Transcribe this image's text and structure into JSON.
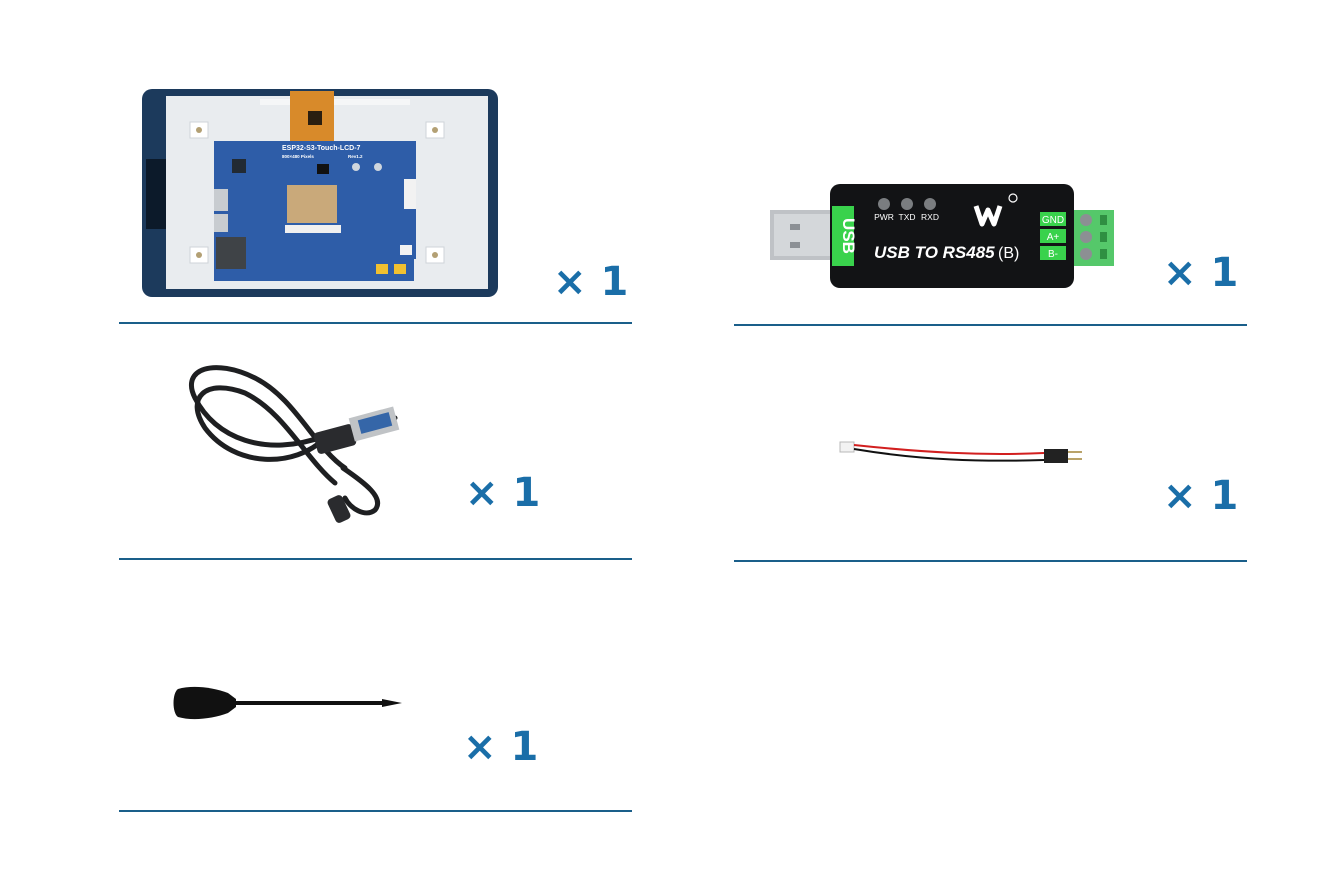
{
  "colors": {
    "accent": "#1a6ea8",
    "divider": "#1a5f8a",
    "pcb": "#2e5da8",
    "usb_green": "#39d24c"
  },
  "items": [
    {
      "id": "lcd",
      "pcb_title": "ESP32-S3-Touch-LCD-7",
      "pcb_pixels": "800×480 Pixels",
      "pcb_rev": "Rev1.2",
      "quantity": "× 1"
    },
    {
      "id": "rs485",
      "usb_label": "USB",
      "leds": [
        "PWR",
        "TXD",
        "RXD"
      ],
      "title": "USB TO RS485",
      "variant": "(B)",
      "terminals": [
        "GND",
        "A+",
        "B-"
      ],
      "quantity": "× 1"
    },
    {
      "id": "usb-cable",
      "quantity": "× 1"
    },
    {
      "id": "jumper-wire",
      "quantity": "× 1"
    },
    {
      "id": "screwdriver",
      "quantity": "× 1"
    }
  ]
}
